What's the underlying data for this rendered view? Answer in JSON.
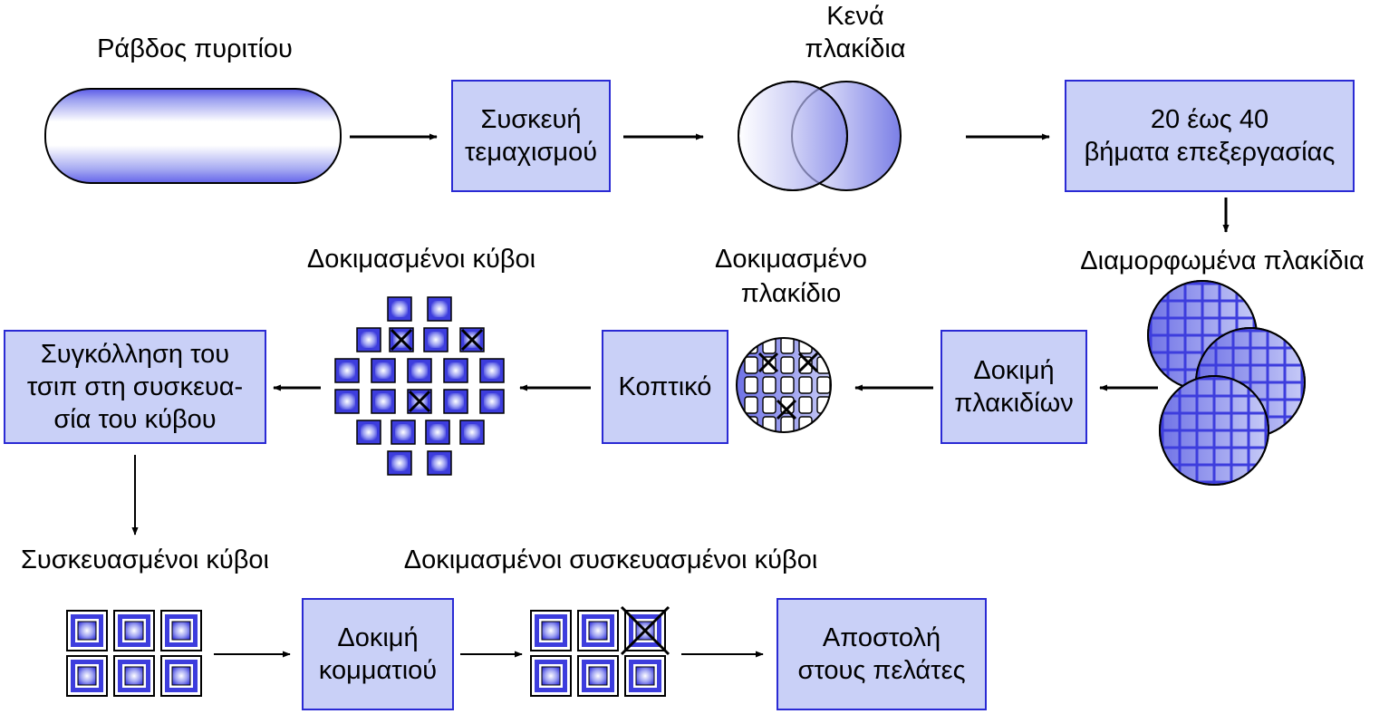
{
  "labels": {
    "silicon_rod": "Ράβδος πυριτίου",
    "blank_wafers_1": "Κενά",
    "blank_wafers_2": "πλακίδια",
    "patterned_wafers": "Διαμορφωμένα πλακίδια",
    "tested_wafer_1": "Δοκιμασμένο",
    "tested_wafer_2": "πλακίδιο",
    "tested_dies": "Δοκιμασμένοι κύβοι",
    "packaged_dies": "Συσκευασμένοι κύβοι",
    "tested_packaged_dies": "Δοκιμασμένοι συσκευασμένοι κύβοι"
  },
  "boxes": {
    "slicer": [
      "Συσκευή",
      "τεμαχισμού"
    ],
    "processing": [
      "20 έως 40",
      "βήματα επεξεργασίας"
    ],
    "wafer_test": [
      "Δοκιμή",
      "πλακιδίων"
    ],
    "dicer": [
      "Κοπτικό"
    ],
    "bonding": [
      "Συγκόλληση του",
      "τσιπ στη συσκευα-",
      "σία του κύβου"
    ],
    "part_test": [
      "Δοκιμή",
      "κομματιού"
    ],
    "ship": [
      "Αποστολή",
      "στους πελάτες"
    ]
  },
  "colors": {
    "box_fill": "#c9d0f7",
    "box_border": "#2a2ad4",
    "die_blue": "#3d3ddd",
    "arrow": "#000000"
  }
}
